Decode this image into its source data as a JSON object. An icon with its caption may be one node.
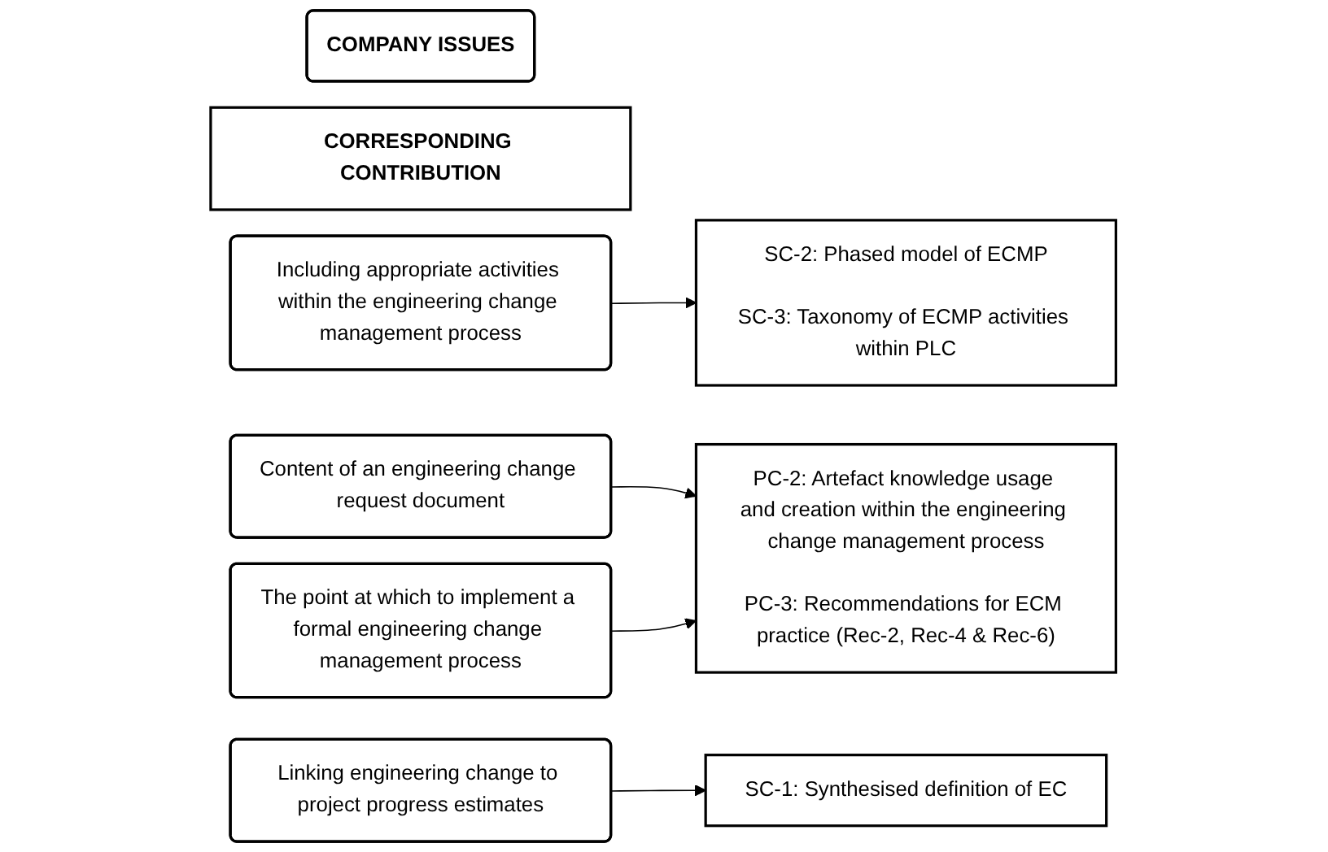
{
  "diagram": {
    "nodes": [
      {
        "text": [
          "COMPANY ISSUES"
        ]
      },
      {
        "text": [
          "CORRESPONDING CONTRIBUTION"
        ]
      },
      {
        "text": [
          "Including appropriate activities within the engineering change management process"
        ]
      },
      {
        "text": [
          "SC-2: Phased model of ECMP",
          "SC-3: Taxonomy of ECMP activities within PLC"
        ]
      },
      {
        "text": [
          "Content of an engineering change request document"
        ]
      },
      {
        "text": [
          "The point at which to implement a formal engineering change management process"
        ]
      },
      {
        "text": [
          "PC-2: Artefact knowledge usage and creation within the engineering change management process",
          "PC-3: Recommendations for ECM practice (Rec-2, Rec-4 & Rec-6)"
        ]
      },
      {
        "text": [
          "Linking engineering change to project progress estimates"
        ]
      },
      {
        "text": [
          "SC-1: Synthesised definition of EC"
        ]
      }
    ],
    "edges": [
      {
        "from": 2,
        "to": 3,
        "arrow": "to"
      },
      {
        "from": 4,
        "to": 6,
        "arrow": "to"
      },
      {
        "from": 5,
        "to": 6,
        "arrow": "to"
      },
      {
        "from": 7,
        "to": 8,
        "arrow": "to"
      }
    ]
  }
}
